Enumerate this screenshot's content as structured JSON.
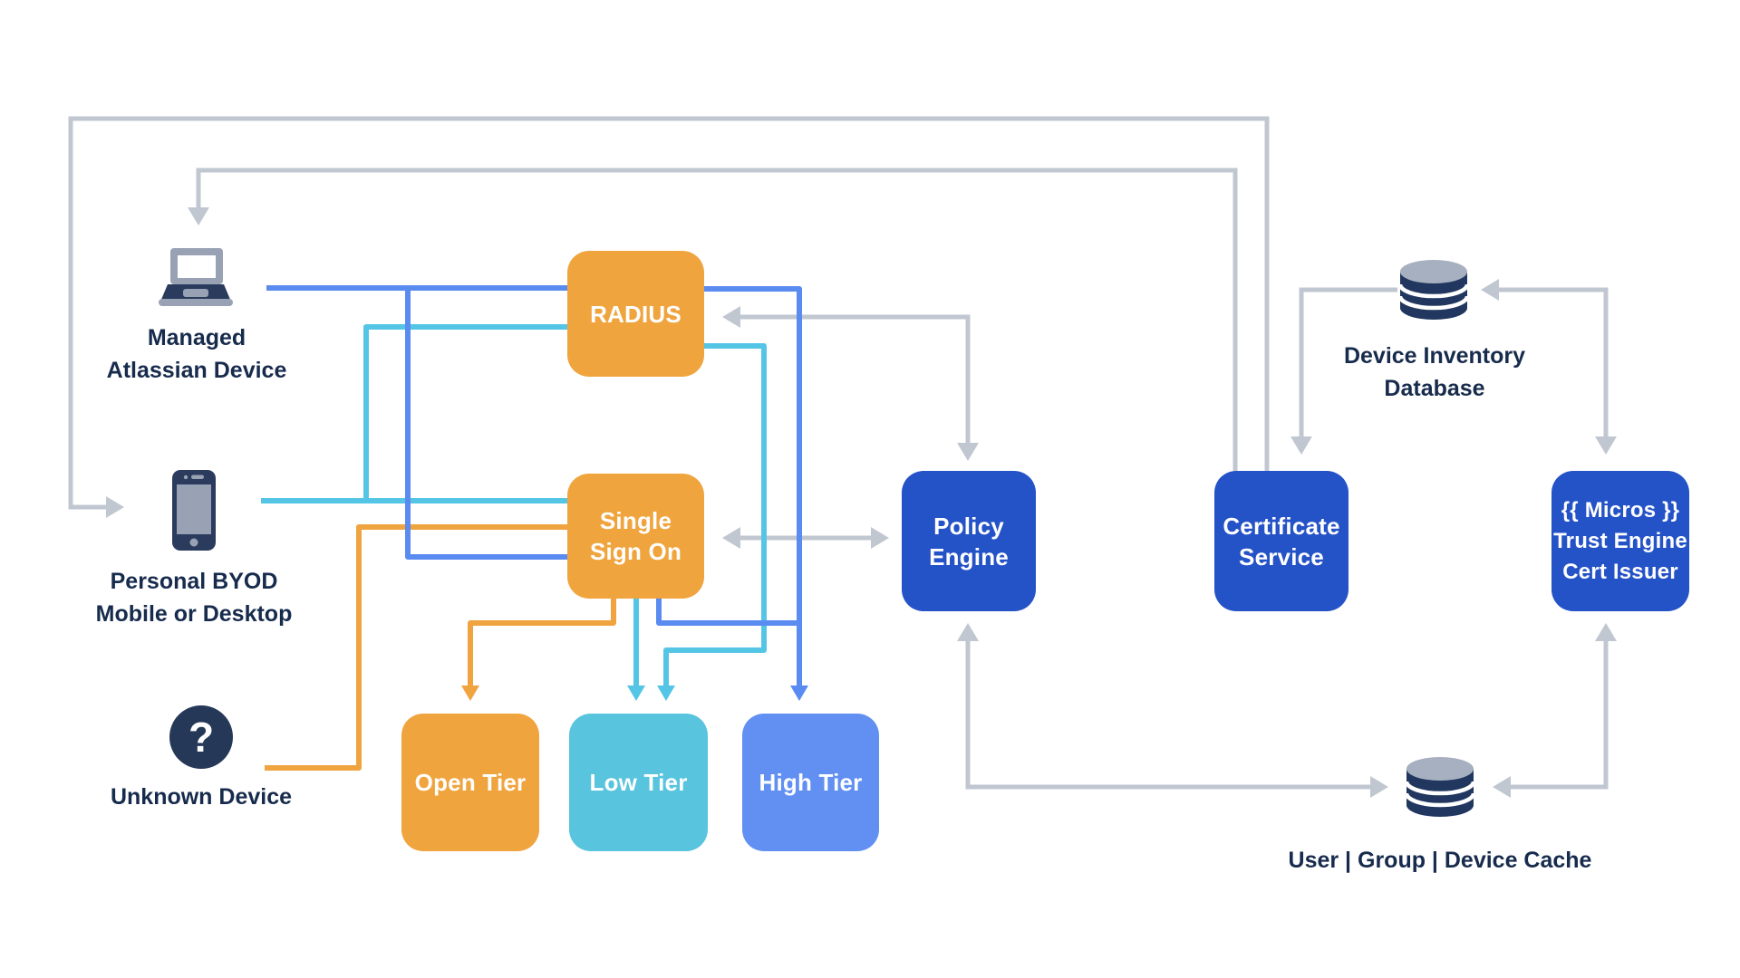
{
  "diagram": {
    "nodes": {
      "radius": {
        "label": "RADIUS"
      },
      "sso": {
        "line1": "Single",
        "line2": "Sign On"
      },
      "open_tier": {
        "label": "Open Tier"
      },
      "low_tier": {
        "label": "Low Tier"
      },
      "high_tier": {
        "label": "High Tier"
      },
      "policy_engine": {
        "line1": "Policy",
        "line2": "Engine"
      },
      "certificate_service": {
        "line1": "Certificate",
        "line2": "Service"
      },
      "trust_engine": {
        "line1": "{{ Micros }}",
        "line2": "Trust Engine",
        "line3": "Cert Issuer"
      }
    },
    "endpoints": {
      "managed_device": {
        "line1": "Managed",
        "line2": "Atlassian Device"
      },
      "byod_device": {
        "line1": "Personal BYOD",
        "line2": "Mobile or Desktop"
      },
      "unknown_device": {
        "label": "Unknown Device",
        "glyph": "?"
      },
      "device_inventory_db": {
        "line1": "Device Inventory",
        "line2": "Database"
      },
      "user_cache_db": {
        "label": "User | Group | Device Cache"
      }
    },
    "colors": {
      "orange": "#F0A43E",
      "cyan": "#58C4DD",
      "light_blue": "#6190F2",
      "dark_blue": "#2452C7",
      "line_orange": "#F0A440",
      "line_cyan": "#55C5E6",
      "line_blue": "#5A8BF0",
      "line_gray": "#C1C7D1",
      "text_navy": "#172B4D",
      "icon_navy": "#2A3B5D",
      "icon_gray": "#98A2B4"
    }
  }
}
